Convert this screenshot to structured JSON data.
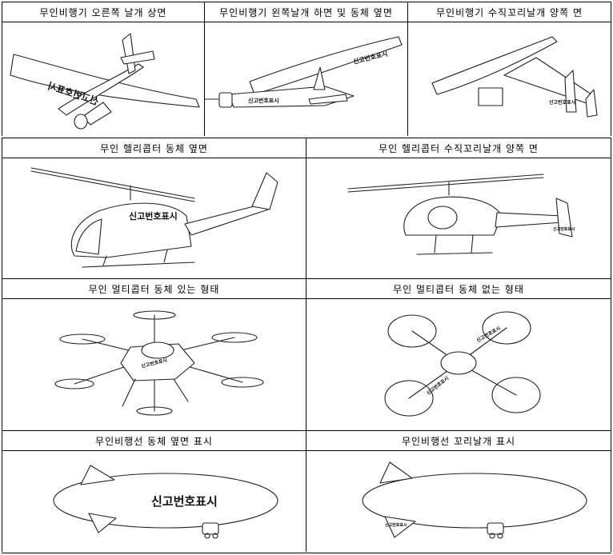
{
  "captions": {
    "plane_right_wing_top": "무인비행기 오른쪽 날개 상면",
    "plane_left_wing_bottom_body_side": "무인비행기 왼쪽날개 하면 및 동체 옆면",
    "plane_vertical_tail_both": "무인비행기 수직꼬리날개 양쪽 면",
    "heli_body_side": "무인 헬리콥터 동체 옆면",
    "heli_vertical_tail_both": "무인 헬리콥터 수직꼬리날개 양쪽 면",
    "multi_with_body": "무인 멀티콥터 동체 있는 형태",
    "multi_without_body": "무인 멀티콥터 동체 없는 형태",
    "airship_body_side": "무인비행선 동체 옆면 표시",
    "airship_tail": "무인비행선 꼬리날개 표시"
  },
  "marking_text": "신고번호표시"
}
